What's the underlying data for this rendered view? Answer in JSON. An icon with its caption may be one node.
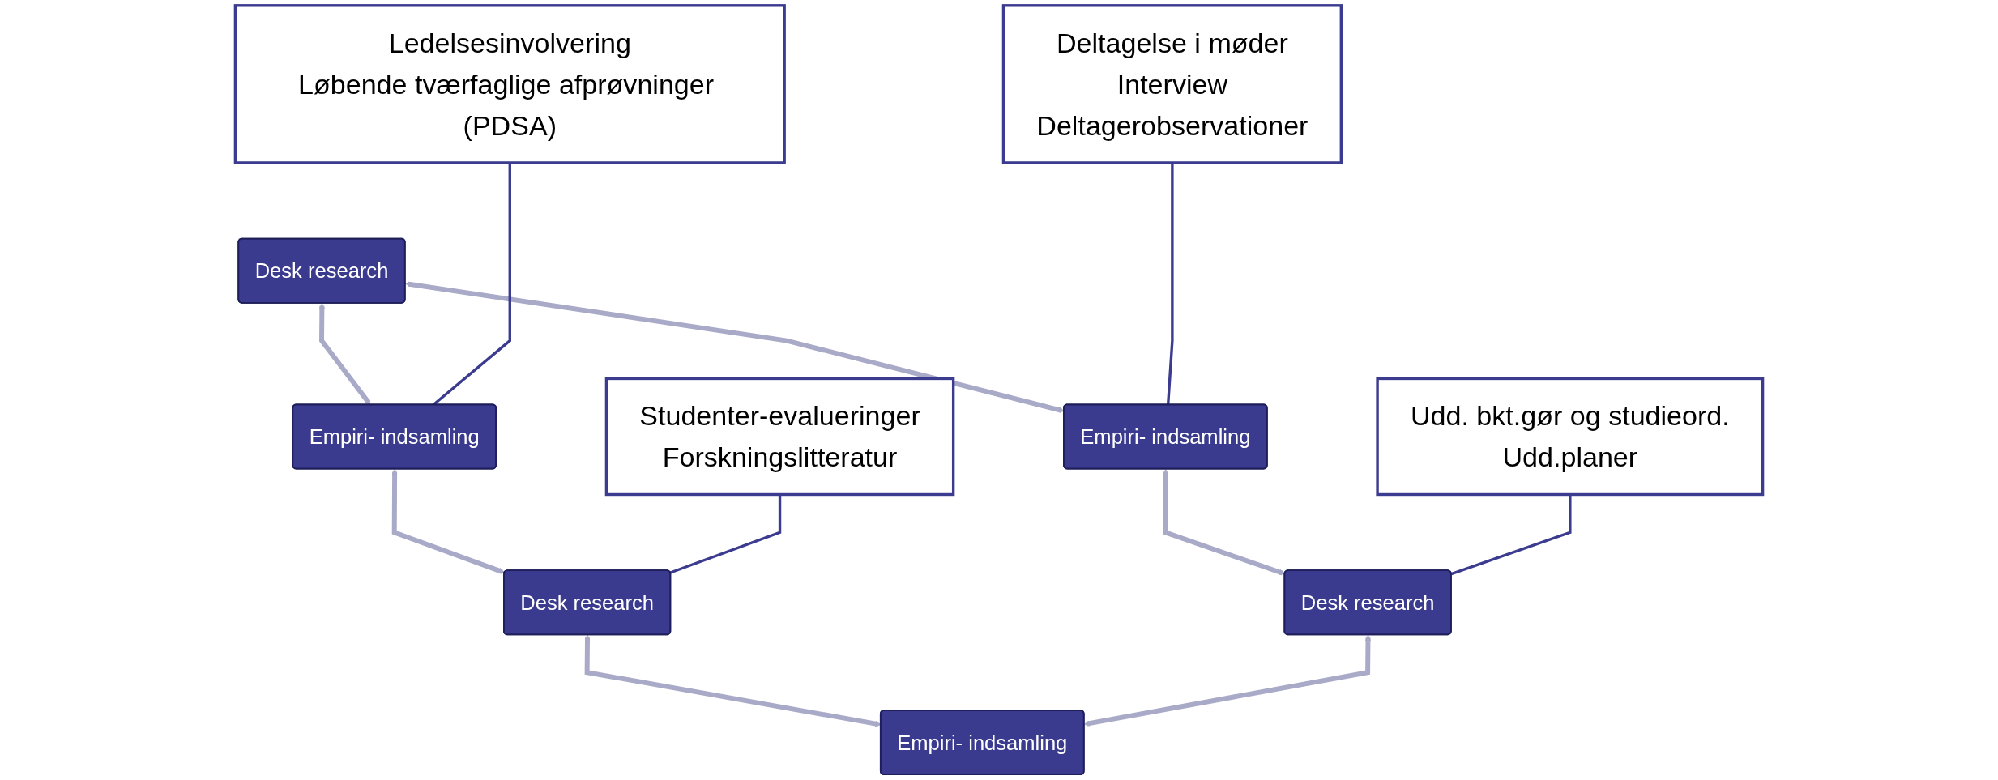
{
  "diagram": {
    "nodes": [
      {
        "text": [
          "Ledelsesinvolvering",
          "Løbende tværfaglige afprøvninger (PDSA)"
        ]
      },
      {
        "text": [
          "Desk research"
        ]
      },
      {
        "text": [
          "Deltagelse i møder",
          "Interview",
          "Deltagerobservationer"
        ]
      },
      {
        "text": [
          "Empiri- indsamling"
        ]
      },
      {
        "text": [
          "Empiri- indsamling"
        ]
      },
      {
        "text": [
          "Studenter-evalueringer",
          "Forskningslitteratur"
        ]
      },
      {
        "text": [
          "Udd. bkt.gør og studieord.",
          "Udd.planer"
        ]
      },
      {
        "text": [
          "Desk research"
        ]
      },
      {
        "text": [
          "Desk research"
        ]
      },
      {
        "text": [
          "Empiri- indsamling"
        ]
      }
    ],
    "edges": [
      {
        "from": 1,
        "to": 3,
        "arrow": "both"
      },
      {
        "from": 1,
        "to": 4,
        "arrow": "both"
      },
      {
        "from": 3,
        "to": 7,
        "arrow": "both"
      },
      {
        "from": 4,
        "to": 8,
        "arrow": "both"
      },
      {
        "from": 7,
        "to": 9,
        "arrow": "both"
      },
      {
        "from": 8,
        "to": 9,
        "arrow": "both"
      },
      {
        "from": 0,
        "to": 3,
        "arrow": "none",
        "color": "#3b3b8f"
      },
      {
        "from": 2,
        "to": 4,
        "arrow": "none",
        "color": "#3b3b8f"
      },
      {
        "from": 5,
        "to": 7,
        "arrow": "none",
        "color": "#3b3b8f"
      },
      {
        "from": 6,
        "to": 8,
        "arrow": "none",
        "color": "#3b3b8f"
      }
    ]
  }
}
